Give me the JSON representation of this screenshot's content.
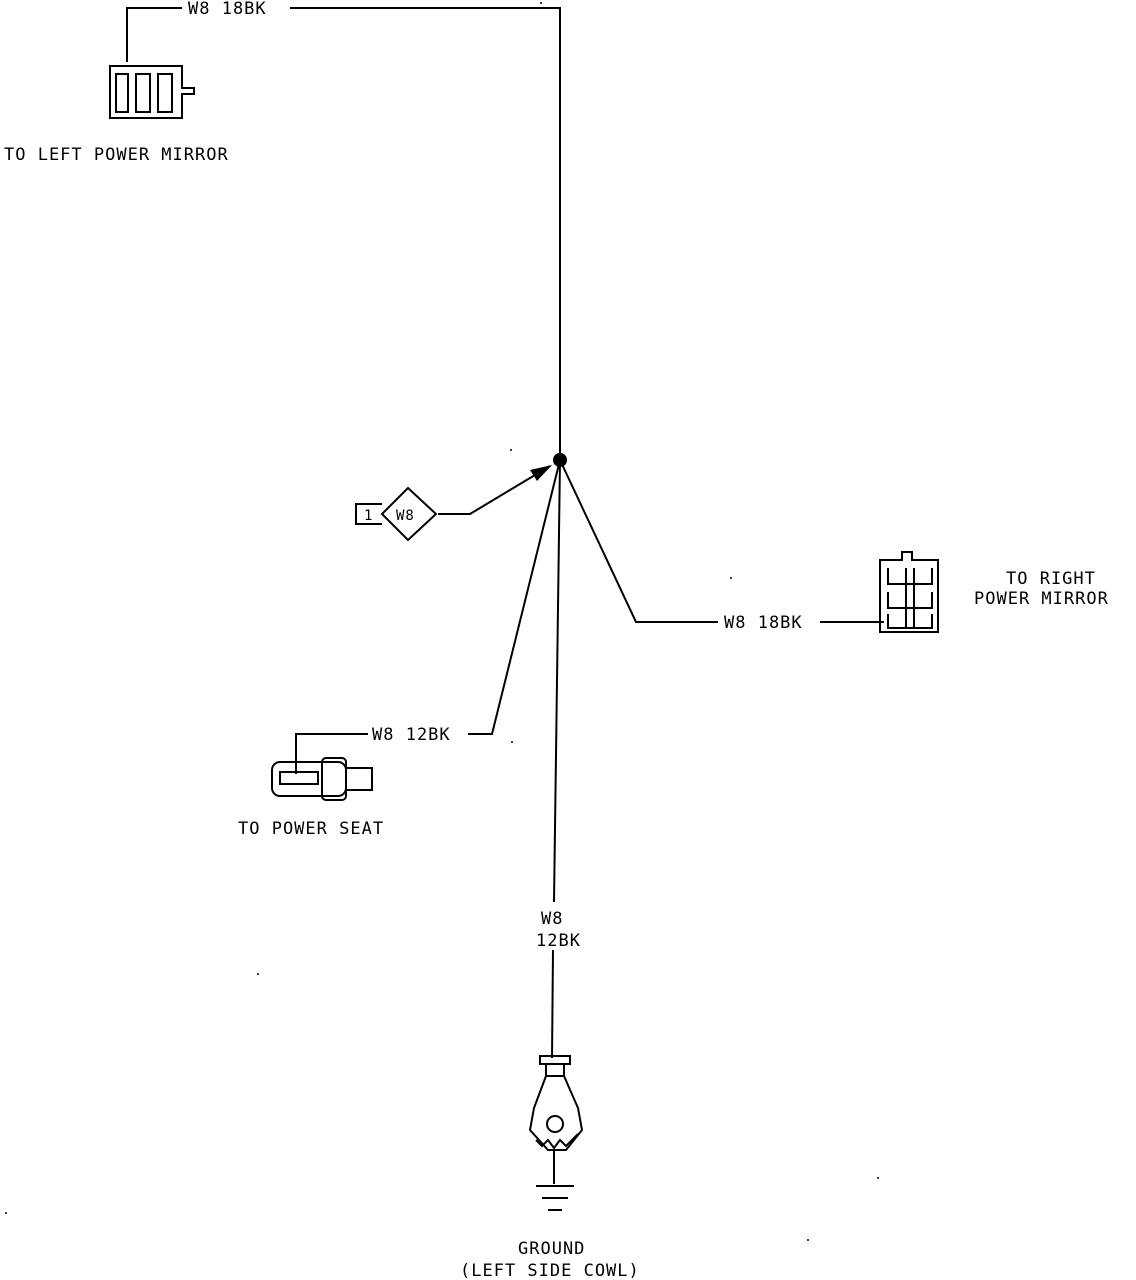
{
  "wires": {
    "left_mirror": "W8 18BK",
    "right_mirror": "W8 18BK",
    "power_seat": "W8 12BK",
    "ground_line1": "W8",
    "ground_line2": "12BK"
  },
  "connectors": {
    "left_mirror_label": "TO LEFT POWER MIRROR",
    "right_mirror_label_line1": "TO RIGHT",
    "right_mirror_label_line2": "POWER MIRROR",
    "power_seat_label": "TO POWER SEAT",
    "splice_pin": "1",
    "splice_id": "W8"
  },
  "ground": {
    "label_line1": "GROUND",
    "label_line2": "(LEFT SIDE COWL)"
  }
}
